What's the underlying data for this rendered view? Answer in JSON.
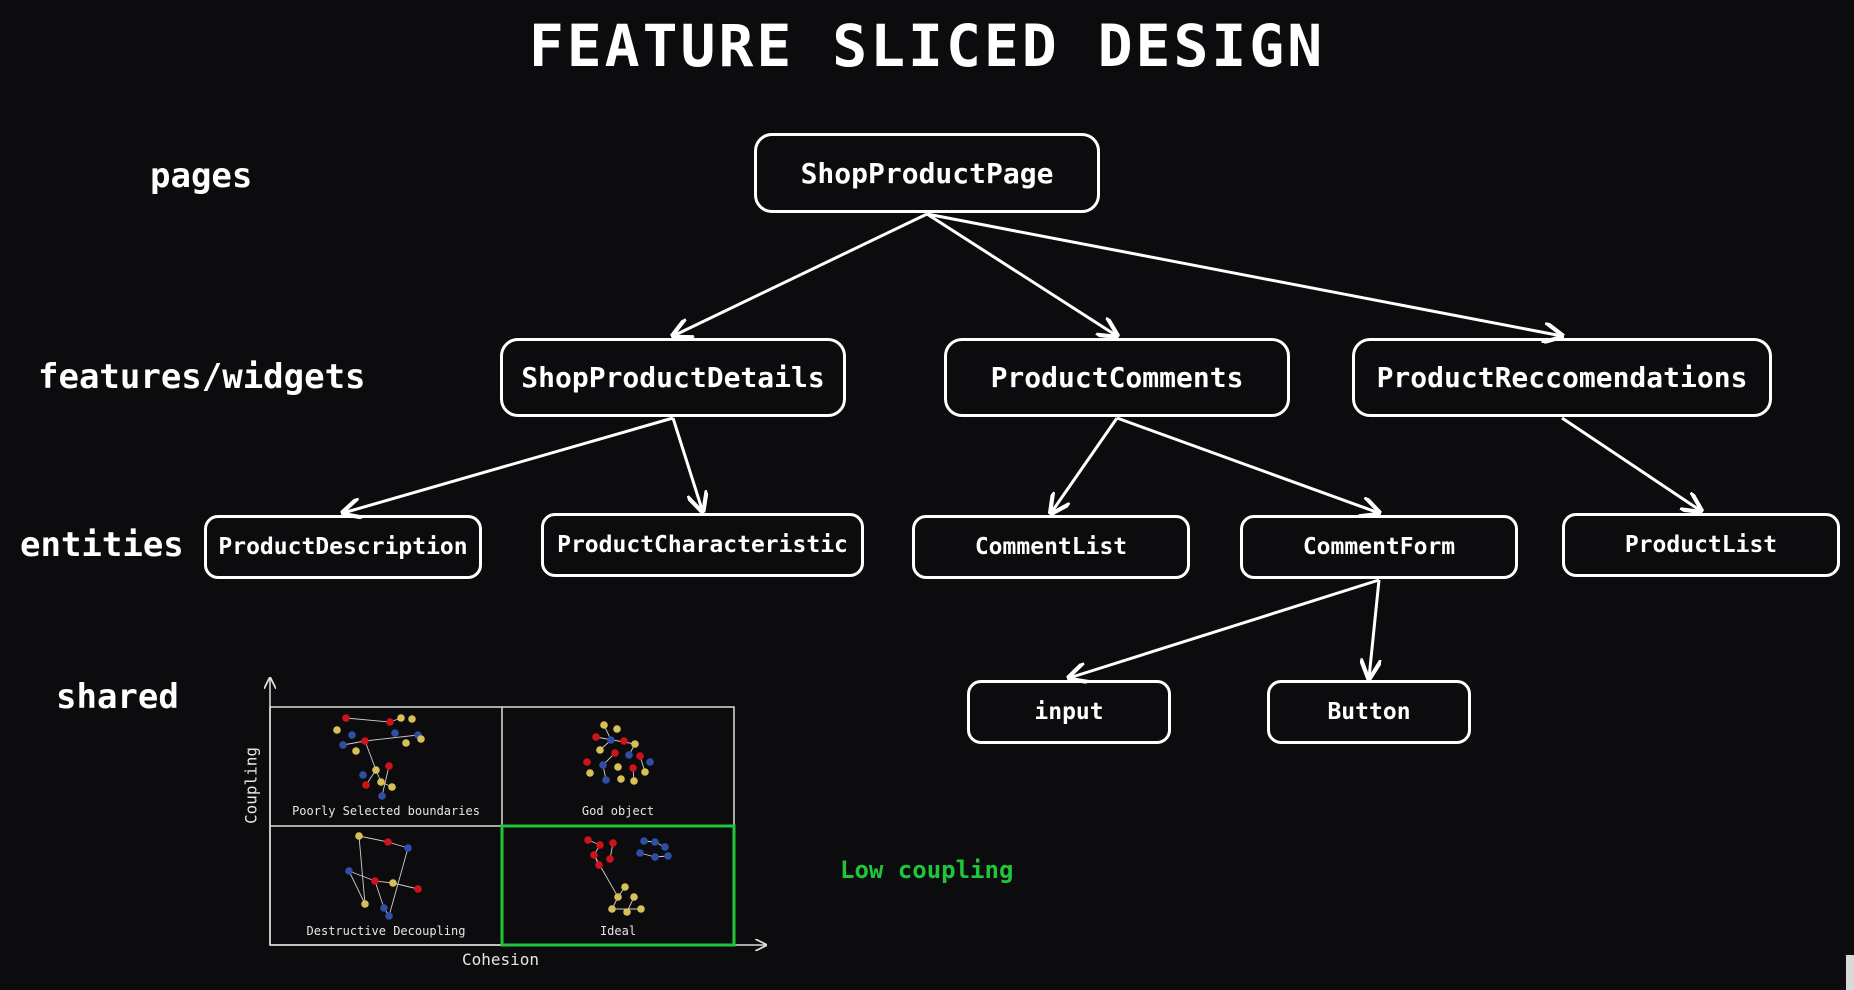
{
  "title": "FEATURE SLICED DESIGN",
  "layers": {
    "pages": "pages",
    "features": "features/widgets",
    "entities": "entities",
    "shared": "shared"
  },
  "nodes": {
    "shop_product_page": "ShopProductPage",
    "shop_product_details": "ShopProductDetails",
    "product_comments": "ProductComments",
    "product_recommendations": "ProductReccomendations",
    "product_description": "ProductDescription",
    "product_characteristic": "ProductCharacteristic",
    "comment_list": "CommentList",
    "comment_form": "CommentForm",
    "product_list": "ProductList",
    "input": "input",
    "button": "Button"
  },
  "edges": [
    [
      "shop_product_page",
      "shop_product_details"
    ],
    [
      "shop_product_page",
      "product_comments"
    ],
    [
      "shop_product_page",
      "product_recommendations"
    ],
    [
      "shop_product_details",
      "product_description"
    ],
    [
      "shop_product_details",
      "product_characteristic"
    ],
    [
      "product_comments",
      "comment_list"
    ],
    [
      "product_comments",
      "comment_form"
    ],
    [
      "product_recommendations",
      "product_list"
    ],
    [
      "comment_form",
      "input"
    ],
    [
      "comment_form",
      "button"
    ]
  ],
  "matrix": {
    "y_axis": "Coupling",
    "x_axis": "Cohesion",
    "quadrants": {
      "top_left": "Poorly Selected boundaries",
      "top_right": "God object",
      "bottom_left": "Destructive Decoupling",
      "bottom_right": "Ideal"
    },
    "highlight": "bottom_right"
  },
  "note": "Low coupling",
  "colors": {
    "background": "#0c0c0e",
    "foreground": "#ffffff",
    "accent_green": "#1fc53a",
    "dot_red": "#d0121b",
    "dot_blue": "#2f4fa6",
    "dot_yellow": "#d8c058"
  }
}
